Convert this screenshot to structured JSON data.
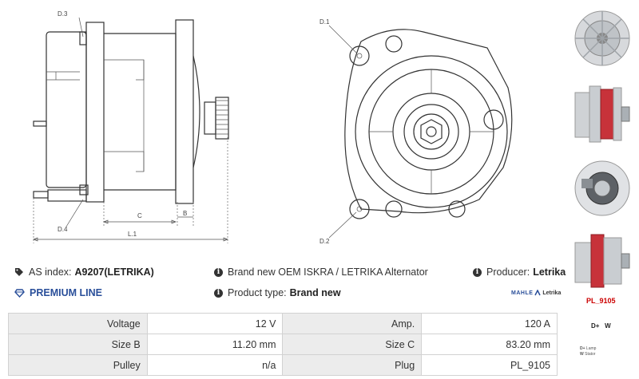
{
  "drawing": {
    "labels": {
      "d3": "D.3",
      "d1": "D.1",
      "d4": "D.4",
      "d2": "D.2",
      "c": "C",
      "b": "B",
      "l1": "L.1"
    }
  },
  "thumbnails": {
    "pl_label": "PL_9105",
    "plug_terms": "D+   W",
    "plug_legend": [
      {
        "code": "D+",
        "desc": "Lamp"
      },
      {
        "code": "W",
        "desc": "Stator"
      }
    ]
  },
  "info": {
    "as_index_label": "AS index:",
    "as_index_value": "A9207(LETRIKA)",
    "description": "Brand new OEM ISKRA / LETRIKA Alternator",
    "producer_label": "Producer:",
    "producer_value": "Letrika",
    "premium_line": "PREMIUM LINE",
    "product_type_label": "Product type:",
    "product_type_value": "Brand new",
    "brand_logo": "MAHLE",
    "brand_logo_sub": "Letrika"
  },
  "specs": {
    "rows": [
      [
        {
          "k": "Voltage",
          "v": "12 V"
        },
        {
          "k": "Amp.",
          "v": "120 A"
        }
      ],
      [
        {
          "k": "Size B",
          "v": "11.20 mm"
        },
        {
          "k": "Size C",
          "v": "83.20 mm"
        }
      ],
      [
        {
          "k": "Pulley",
          "v": "n/a"
        },
        {
          "k": "Plug",
          "v": "PL_9105"
        }
      ]
    ]
  },
  "colors": {
    "premium": "#2a4f9a",
    "pl_label": "#cc0000",
    "table_key_bg": "#ececec",
    "table_border": "#d2d2d2"
  }
}
